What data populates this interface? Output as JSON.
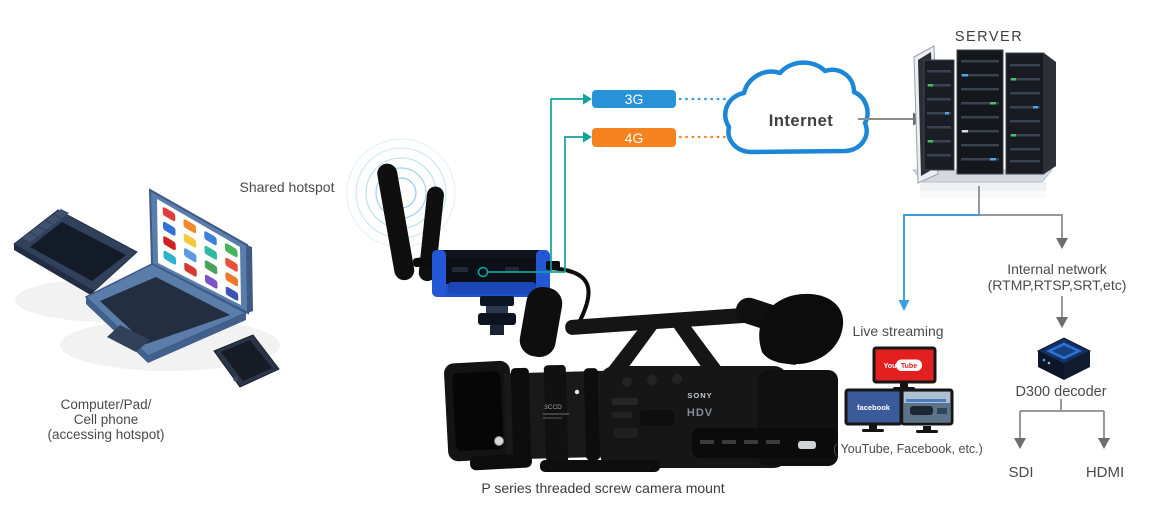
{
  "labels": {
    "shared_hotspot": "Shared hotspot",
    "device_caption_1": "Computer/Pad/",
    "device_caption_2": "Cell phone",
    "device_caption_3": "(accessing hotspot)",
    "badge_3g": "3G",
    "badge_4g": "4G",
    "internet": "Internet",
    "server": "SERVER",
    "live_streaming": "Live streaming",
    "streaming_caption": "( YouTube, Facebook, etc.)",
    "internal_network_1": "Internal network",
    "internal_network_2": "(RTMP,RTSP,SRT,etc)",
    "decoder": "D300 decoder",
    "out_sdi": "SDI",
    "out_hdmi": "HDMI",
    "camera_caption": "P series threaded screw camera mount"
  },
  "camera": {
    "brand": "SONY",
    "format": "HDV",
    "sensor": "3CCD"
  },
  "logos": {
    "youtube_you": "You",
    "youtube_tube": "Tube",
    "facebook": "facebook"
  },
  "colors": {
    "badge_3g": "#2792d8",
    "badge_4g": "#f5821f",
    "teal_line": "#12a19b",
    "blue_line": "#3e9ede",
    "gray_line": "#8c8c8c",
    "cloud_stroke": "#1b87d6",
    "encoder_blue": "#2457d6",
    "youtube_red": "#e3201f",
    "facebook_blue": "#3a5a9a",
    "text": "#4a4a4a"
  }
}
